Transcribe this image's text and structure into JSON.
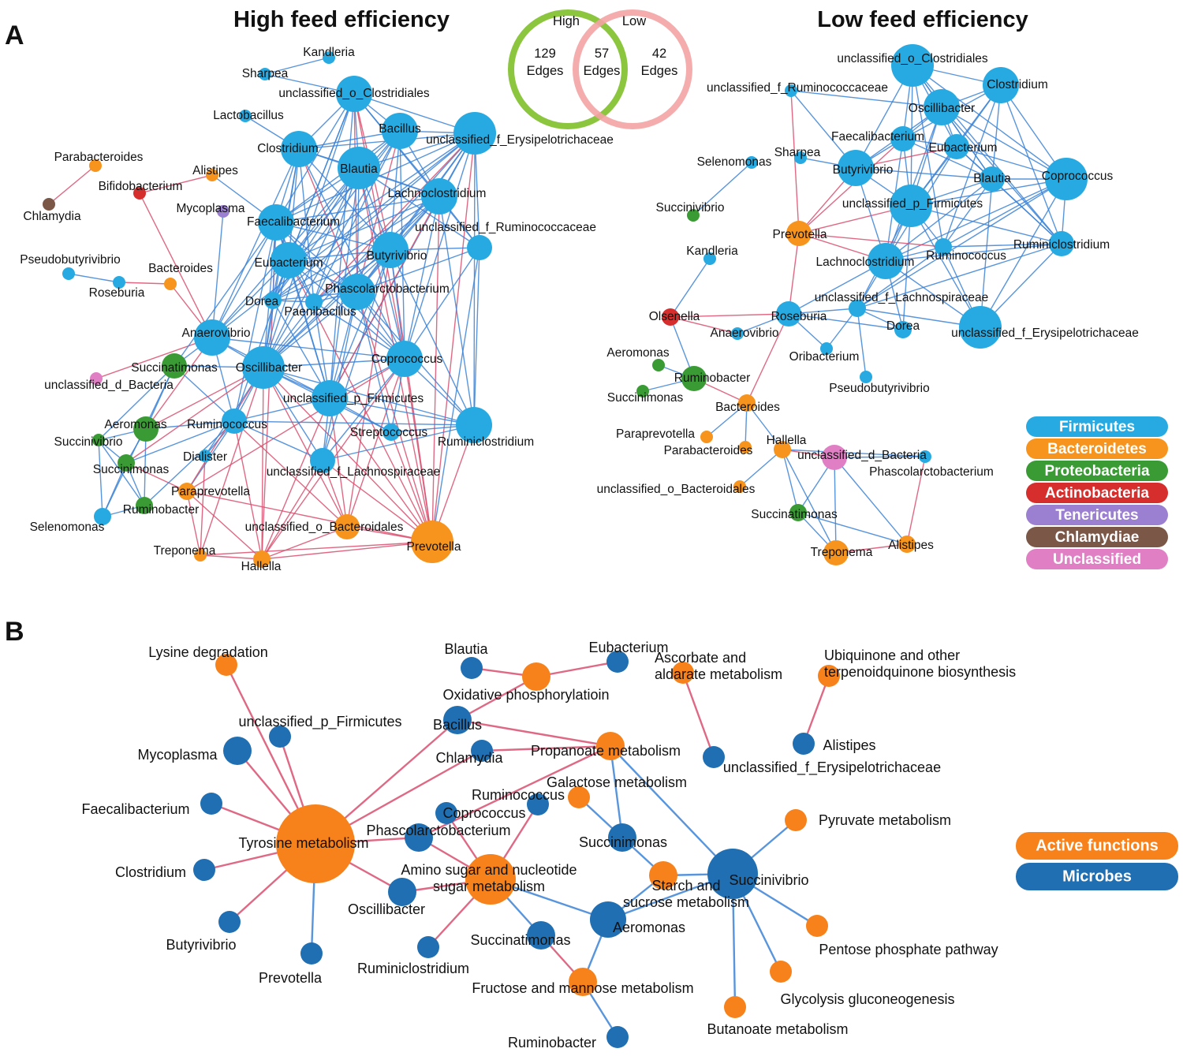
{
  "panel_a": {
    "label": "A",
    "venn": {
      "high_label": "High",
      "low_label": "Low",
      "left_count": "129",
      "mid_count": "57",
      "right_count": "42",
      "edges_word": "Edges"
    },
    "high_network": {
      "title": "High feed efficiency",
      "nodes": [
        {
          "id": "Kandleria",
          "label": "Kandleria",
          "phylum": "Firmicutes",
          "size": "xs"
        },
        {
          "id": "Sharpea",
          "label": "Sharpea",
          "phylum": "Firmicutes",
          "size": "xs"
        },
        {
          "id": "uoC",
          "label": "unclassified_o_Clostridiales",
          "phylum": "Firmicutes",
          "size": "l"
        },
        {
          "id": "Lactobacillus",
          "label": "Lactobacillus",
          "phylum": "Firmicutes",
          "size": "xs"
        },
        {
          "id": "Bacillus",
          "label": "Bacillus",
          "phylum": "Firmicutes",
          "size": "l"
        },
        {
          "id": "ufE",
          "label": "unclassified_f_Erysipelotrichaceae",
          "phylum": "Firmicutes",
          "size": "xl"
        },
        {
          "id": "Clostridium",
          "label": "Clostridium",
          "phylum": "Firmicutes",
          "size": "l"
        },
        {
          "id": "Blautia",
          "label": "Blautia",
          "phylum": "Firmicutes",
          "size": "xl"
        },
        {
          "id": "Parabacteroides",
          "label": "Parabacteroides",
          "phylum": "Bacteroidetes",
          "size": "xs"
        },
        {
          "id": "Alistipes",
          "label": "Alistipes",
          "phylum": "Bacteroidetes",
          "size": "xs"
        },
        {
          "id": "Bifidobacterium",
          "label": "Bifidobacterium",
          "phylum": "Actinobacteria",
          "size": "xs"
        },
        {
          "id": "Chlamydia",
          "label": "Chlamydia",
          "phylum": "Chlamydiae",
          "size": "xs"
        },
        {
          "id": "Lachnoclostridium",
          "label": "Lachnoclostridium",
          "phylum": "Firmicutes",
          "size": "l"
        },
        {
          "id": "Mycoplasma",
          "label": "Mycoplasma",
          "phylum": "Tenericutes",
          "size": "xs"
        },
        {
          "id": "Faecalibacterium",
          "label": "Faecalibacterium",
          "phylum": "Firmicutes",
          "size": "l"
        },
        {
          "id": "ufR",
          "label": "unclassified_f_Ruminococcaceae",
          "phylum": "Firmicutes",
          "size": "m"
        },
        {
          "id": "Pseudobutyrivibrio",
          "label": "Pseudobutyrivibrio",
          "phylum": "Firmicutes",
          "size": "xs"
        },
        {
          "id": "Butyrivibrio",
          "label": "Butyrivibrio",
          "phylum": "Firmicutes",
          "size": "l"
        },
        {
          "id": "Eubacterium",
          "label": "Eubacterium",
          "phylum": "Firmicutes",
          "size": "l"
        },
        {
          "id": "Bacteroides",
          "label": "Bacteroides",
          "phylum": "Bacteroidetes",
          "size": "xs"
        },
        {
          "id": "Roseburia",
          "label": "Roseburia",
          "phylum": "Firmicutes",
          "size": "xs"
        },
        {
          "id": "Phascolarctobacterium",
          "label": "Phascolarctobacterium",
          "phylum": "Firmicutes",
          "size": "l"
        },
        {
          "id": "Dorea",
          "label": "Dorea",
          "phylum": "Firmicutes",
          "size": "s"
        },
        {
          "id": "Paenibacillus",
          "label": "Paenibacillus",
          "phylum": "Firmicutes",
          "size": "s"
        },
        {
          "id": "Anaerovibrio",
          "label": "Anaerovibrio",
          "phylum": "Firmicutes",
          "size": "l"
        },
        {
          "id": "Coprococcus",
          "label": "Coprococcus",
          "phylum": "Firmicutes",
          "size": "l"
        },
        {
          "id": "Succinatimonas",
          "label": "Succinatimonas",
          "phylum": "Proteobacteria",
          "size": "m"
        },
        {
          "id": "Oscillibacter",
          "label": "Oscillibacter",
          "phylum": "Firmicutes",
          "size": "xl"
        },
        {
          "id": "udB",
          "label": "unclassified_d_Bacteria",
          "phylum": "Unclassified",
          "size": "xs"
        },
        {
          "id": "upF",
          "label": "unclassified_p_Firmicutes",
          "phylum": "Firmicutes",
          "size": "l"
        },
        {
          "id": "Aeromonas",
          "label": "Aeromonas",
          "phylum": "Proteobacteria",
          "size": "m"
        },
        {
          "id": "Ruminococcus",
          "label": "Ruminococcus",
          "phylum": "Firmicutes",
          "size": "m"
        },
        {
          "id": "Streptococcus",
          "label": "Streptococcus",
          "phylum": "Firmicutes",
          "size": "s"
        },
        {
          "id": "Ruminiclostridium",
          "label": "Ruminiclostridium",
          "phylum": "Firmicutes",
          "size": "l"
        },
        {
          "id": "Succinivibrio",
          "label": "Succinivibrio",
          "phylum": "Proteobacteria",
          "size": "xs"
        },
        {
          "id": "Dialister",
          "label": "Dialister",
          "phylum": "Firmicutes",
          "size": "xs"
        },
        {
          "id": "Succinimonas",
          "label": "Succinimonas",
          "phylum": "Proteobacteria",
          "size": "s"
        },
        {
          "id": "ufL",
          "label": "unclassified_f_Lachnospiraceae",
          "phylum": "Firmicutes",
          "size": "m"
        },
        {
          "id": "Paraprevotella",
          "label": "Paraprevotella",
          "phylum": "Bacteroidetes",
          "size": "s"
        },
        {
          "id": "Ruminobacter",
          "label": "Ruminobacter",
          "phylum": "Proteobacteria",
          "size": "s"
        },
        {
          "id": "Selenomonas",
          "label": "Selenomonas",
          "phylum": "Firmicutes",
          "size": "s"
        },
        {
          "id": "uoB",
          "label": "unclassified_o_Bacteroidales",
          "phylum": "Bacteroidetes",
          "size": "m"
        },
        {
          "id": "Treponema",
          "label": "Treponema",
          "phylum": "Bacteroidetes",
          "size": "xs"
        },
        {
          "id": "Hallella",
          "label": "Hallella",
          "phylum": "Bacteroidetes",
          "size": "s"
        },
        {
          "id": "Prevotella",
          "label": "Prevotella",
          "phylum": "Bacteroidetes",
          "size": "xl"
        }
      ]
    },
    "low_network": {
      "title": "Low feed efficiency",
      "nodes": [
        {
          "id": "uoC",
          "label": "unclassified_o_Clostridiales",
          "phylum": "Firmicutes",
          "size": "xl"
        },
        {
          "id": "Clostridium",
          "label": "Clostridium",
          "phylum": "Firmicutes",
          "size": "l"
        },
        {
          "id": "ufR",
          "label": "unclassified_f_Ruminococcaceae",
          "phylum": "Firmicutes",
          "size": "xs"
        },
        {
          "id": "Oscillibacter",
          "label": "Oscillibacter",
          "phylum": "Firmicutes",
          "size": "l"
        },
        {
          "id": "Faecalibacterium",
          "label": "Faecalibacterium",
          "phylum": "Firmicutes",
          "size": "m"
        },
        {
          "id": "Eubacterium",
          "label": "Eubacterium",
          "phylum": "Firmicutes",
          "size": "m"
        },
        {
          "id": "Sharpea",
          "label": "Sharpea",
          "phylum": "Firmicutes",
          "size": "xs"
        },
        {
          "id": "Selenomonas",
          "label": "Selenomonas",
          "phylum": "Firmicutes",
          "size": "xs"
        },
        {
          "id": "Butyrivibrio",
          "label": "Butyrivibrio",
          "phylum": "Firmicutes",
          "size": "l"
        },
        {
          "id": "Blautia",
          "label": "Blautia",
          "phylum": "Firmicutes",
          "size": "m"
        },
        {
          "id": "Coprococcus",
          "label": "Coprococcus",
          "phylum": "Firmicutes",
          "size": "xl"
        },
        {
          "id": "Succinivibrio",
          "label": "Succinivibrio",
          "phylum": "Proteobacteria",
          "size": "xs"
        },
        {
          "id": "upF",
          "label": "unclassified_p_Firmicutes",
          "phylum": "Firmicutes",
          "size": "xl"
        },
        {
          "id": "Prevotella",
          "label": "Prevotella",
          "phylum": "Bacteroidetes",
          "size": "m"
        },
        {
          "id": "Ruminiclostridium",
          "label": "Ruminiclostridium",
          "phylum": "Firmicutes",
          "size": "m"
        },
        {
          "id": "Kandleria",
          "label": "Kandleria",
          "phylum": "Firmicutes",
          "size": "xs"
        },
        {
          "id": "Lachnoclostridium",
          "label": "Lachnoclostridium",
          "phylum": "Firmicutes",
          "size": "l"
        },
        {
          "id": "Ruminococcus",
          "label": "Ruminococcus",
          "phylum": "Firmicutes",
          "size": "s"
        },
        {
          "id": "ufL",
          "label": "unclassified_f_Lachnospiraceae",
          "phylum": "Firmicutes",
          "size": "s"
        },
        {
          "id": "Olsenella",
          "label": "Olsenella",
          "phylum": "Actinobacteria",
          "size": "s"
        },
        {
          "id": "Roseburia",
          "label": "Roseburia",
          "phylum": "Firmicutes",
          "size": "m"
        },
        {
          "id": "Anaerovibrio",
          "label": "Anaerovibrio",
          "phylum": "Firmicutes",
          "size": "xs"
        },
        {
          "id": "Dorea",
          "label": "Dorea",
          "phylum": "Firmicutes",
          "size": "s"
        },
        {
          "id": "ufE",
          "label": "unclassified_f_Erysipelotrichaceae",
          "phylum": "Firmicutes",
          "size": "xl"
        },
        {
          "id": "Aeromonas",
          "label": "Aeromonas",
          "phylum": "Proteobacteria",
          "size": "xs"
        },
        {
          "id": "Oribacterium",
          "label": "Oribacterium",
          "phylum": "Firmicutes",
          "size": "xs"
        },
        {
          "id": "Ruminobacter",
          "label": "Ruminobacter",
          "phylum": "Proteobacteria",
          "size": "m"
        },
        {
          "id": "Pseudobutyrivibrio",
          "label": "Pseudobutyrivibrio",
          "phylum": "Firmicutes",
          "size": "xs"
        },
        {
          "id": "Succinimonas",
          "label": "Succinimonas",
          "phylum": "Proteobacteria",
          "size": "xs"
        },
        {
          "id": "Bacteroides",
          "label": "Bacteroides",
          "phylum": "Bacteroidetes",
          "size": "s"
        },
        {
          "id": "Paraprevotella",
          "label": "Paraprevotella",
          "phylum": "Bacteroidetes",
          "size": "xs"
        },
        {
          "id": "Parabacteroides",
          "label": "Parabacteroides",
          "phylum": "Bacteroidetes",
          "size": "xs"
        },
        {
          "id": "Hallella",
          "label": "Hallella",
          "phylum": "Bacteroidetes",
          "size": "s"
        },
        {
          "id": "udB",
          "label": "unclassified_d_Bacteria",
          "phylum": "Unclassified",
          "size": "m"
        },
        {
          "id": "Phascolarctobacterium",
          "label": "Phascolarctobacterium",
          "phylum": "Firmicutes",
          "size": "xs"
        },
        {
          "id": "uoB",
          "label": "unclassified_o_Bacteroidales",
          "phylum": "Bacteroidetes",
          "size": "xs"
        },
        {
          "id": "Succinatimonas",
          "label": "Succinatimonas",
          "phylum": "Proteobacteria",
          "size": "s"
        },
        {
          "id": "Treponema",
          "label": "Treponema",
          "phylum": "Bacteroidetes",
          "size": "m"
        },
        {
          "id": "Alistipes",
          "label": "Alistipes",
          "phylum": "Bacteroidetes",
          "size": "s"
        }
      ]
    },
    "legend": [
      {
        "label": "Firmicutes",
        "color": "#27aae1"
      },
      {
        "label": "Bacteroidetes",
        "color": "#f7941d"
      },
      {
        "label": "Proteobacteria",
        "color": "#3a9b35"
      },
      {
        "label": "Actinobacteria",
        "color": "#d62d2d"
      },
      {
        "label": "Tenericutes",
        "color": "#9b7fd0"
      },
      {
        "label": "Chlamydiae",
        "color": "#7b5748"
      },
      {
        "label": "Unclassified",
        "color": "#e07fc4"
      }
    ]
  },
  "panel_b": {
    "label": "B",
    "nodes": [
      {
        "id": "tyr",
        "label": "Tyrosine metabolism",
        "type": "function",
        "size": "xxl"
      },
      {
        "id": "lys",
        "label": "Lysine degradation",
        "type": "function",
        "size": "s"
      },
      {
        "id": "oxp",
        "label": "Oxidative phosphorylatioin",
        "type": "function",
        "size": "m"
      },
      {
        "id": "asc",
        "label": "Ascorbate and aldarate metabolism",
        "type": "function",
        "size": "s"
      },
      {
        "id": "ubi",
        "label": "Ubiquinone and other terpenoidquinone biosynthesis",
        "type": "function",
        "size": "s"
      },
      {
        "id": "pro",
        "label": "Propanoate metabolism",
        "type": "function",
        "size": "m"
      },
      {
        "id": "gal",
        "label": "Galactose metabolism",
        "type": "function",
        "size": "s"
      },
      {
        "id": "pyr",
        "label": "Pyruvate metabolism",
        "type": "function",
        "size": "s"
      },
      {
        "id": "amn",
        "label": "Amino sugar and nucleotide sugar metabolism",
        "type": "function",
        "size": "xl"
      },
      {
        "id": "sta",
        "label": "Starch and sucrose metabolism",
        "type": "function",
        "size": "m"
      },
      {
        "id": "pen",
        "label": "Pentose phosphate pathway",
        "type": "function",
        "size": "s"
      },
      {
        "id": "fru",
        "label": "Fructose and mannose metabolism",
        "type": "function",
        "size": "m"
      },
      {
        "id": "gly",
        "label": "Glycolysis gluconeogenesis",
        "type": "function",
        "size": "s"
      },
      {
        "id": "but",
        "label": "Butanoate metabolism",
        "type": "function",
        "size": "s"
      },
      {
        "id": "Blautia",
        "label": "Blautia",
        "type": "microbe",
        "size": "s"
      },
      {
        "id": "Eubacterium",
        "label": "Eubacterium",
        "type": "microbe",
        "size": "s"
      },
      {
        "id": "upF",
        "label": "unclassified_p_Firmicutes",
        "type": "microbe",
        "size": "s"
      },
      {
        "id": "Bacillus",
        "label": "Bacillus",
        "type": "microbe",
        "size": "m"
      },
      {
        "id": "Mycoplasma",
        "label": "Mycoplasma",
        "type": "microbe",
        "size": "m"
      },
      {
        "id": "Chlamydia",
        "label": "Chlamydia",
        "type": "microbe",
        "size": "s"
      },
      {
        "id": "ufE",
        "label": "unclassified_f_Erysipelotrichaceae",
        "type": "microbe",
        "size": "s"
      },
      {
        "id": "Alistipes",
        "label": "Alistipes",
        "type": "microbe",
        "size": "s"
      },
      {
        "id": "Faecalibacterium",
        "label": "Faecalibacterium",
        "type": "microbe",
        "size": "s"
      },
      {
        "id": "Ruminococcus",
        "label": "Ruminococcus",
        "type": "microbe",
        "size": "s"
      },
      {
        "id": "Coprococcus",
        "label": "Coprococcus",
        "type": "microbe",
        "size": "s"
      },
      {
        "id": "Phascolarctobacterium",
        "label": "Phascolarctobacterium",
        "type": "microbe",
        "size": "m"
      },
      {
        "id": "Succinimonas",
        "label": "Succinimonas",
        "type": "microbe",
        "size": "m"
      },
      {
        "id": "Clostridium",
        "label": "Clostridium",
        "type": "microbe",
        "size": "s"
      },
      {
        "id": "Oscillibacter",
        "label": "Oscillibacter",
        "type": "microbe",
        "size": "m"
      },
      {
        "id": "Succinivibrio",
        "label": "Succinivibrio",
        "type": "microbe",
        "size": "xl"
      },
      {
        "id": "Aeromonas",
        "label": "Aeromonas",
        "type": "microbe",
        "size": "l"
      },
      {
        "id": "Butyrivibrio",
        "label": "Butyrivibrio",
        "type": "microbe",
        "size": "s"
      },
      {
        "id": "Succinatimonas",
        "label": "Succinatimonas",
        "type": "microbe",
        "size": "m"
      },
      {
        "id": "Ruminiclostridium",
        "label": "Ruminiclostridium",
        "type": "microbe",
        "size": "s"
      },
      {
        "id": "Prevotella",
        "label": "Prevotella",
        "type": "microbe",
        "size": "s"
      },
      {
        "id": "Ruminobacter",
        "label": "Ruminobacter",
        "type": "microbe",
        "size": "s"
      }
    ],
    "legend": [
      {
        "label": "Active functions",
        "color": "#f7821b"
      },
      {
        "label": "Microbes",
        "color": "#1f6fb2"
      }
    ]
  },
  "colors": {
    "Firmicutes": "#27aae1",
    "Bacteroidetes": "#f7941d",
    "Proteobacteria": "#3a9b35",
    "Actinobacteria": "#d62d2d",
    "Tenericutes": "#9b7fd0",
    "Chlamydiae": "#7b5748",
    "Unclassified": "#e07fc4",
    "function": "#f7821b",
    "microbe": "#1f6fb2",
    "edge_positive": "#d94f6f",
    "edge_negative": "#3b82d6",
    "venn_high": "#8cc63f",
    "venn_low": "#f4a3a3"
  }
}
